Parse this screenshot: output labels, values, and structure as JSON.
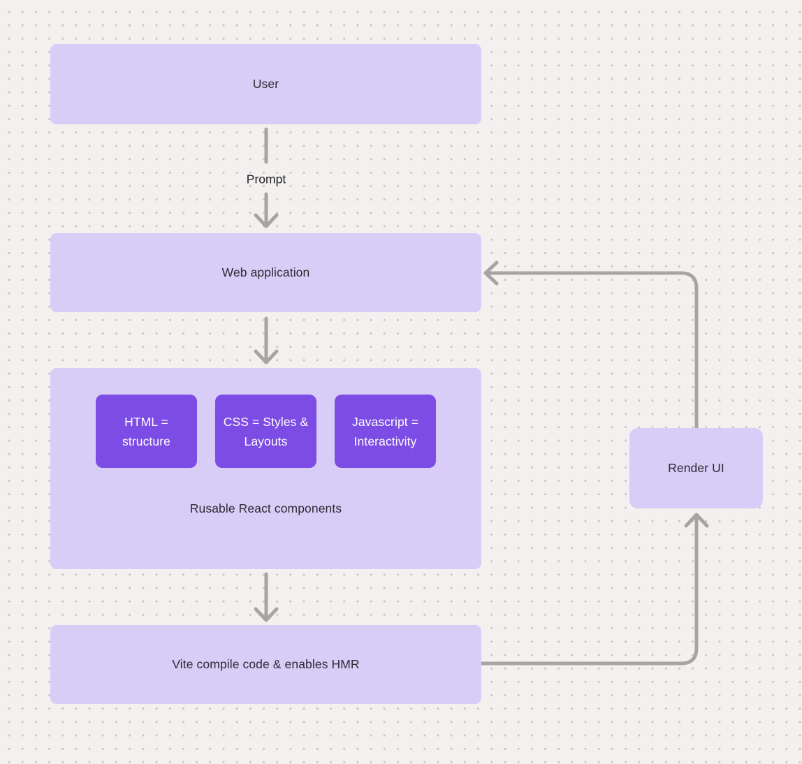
{
  "diagram": {
    "nodes": {
      "user": {
        "label": "User"
      },
      "web_application": {
        "label": "Web application"
      },
      "components_group": {
        "caption": "Rusable React components",
        "children": [
          {
            "label": "HTML = structure"
          },
          {
            "label": "CSS = Styles & Layouts"
          },
          {
            "label": "Javascript = Interactivity"
          }
        ]
      },
      "vite": {
        "label": "Vite compile code & enables HMR"
      },
      "render_ui": {
        "label": "Render UI"
      }
    },
    "edges": {
      "user_to_webapp_label": "Prompt"
    },
    "colors": {
      "background": "#f2f1f0",
      "grid_dot": "#c6c3c1",
      "node_fill": "#d7cdf6",
      "node_text": "#2d2a35",
      "component_fill": "#7c4ce4",
      "component_text": "#ffffff",
      "arrow": "#a7a5a4"
    }
  }
}
